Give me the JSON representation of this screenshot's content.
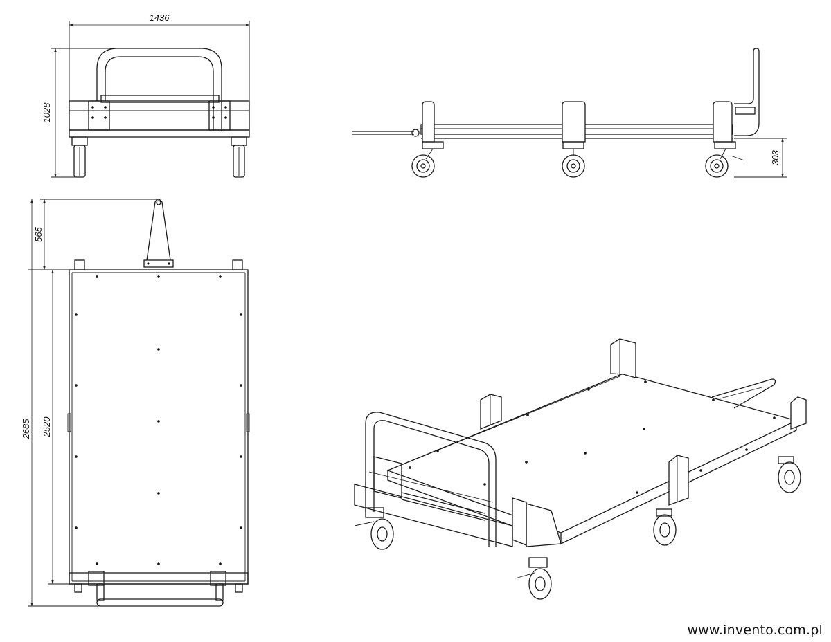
{
  "dimensions": {
    "overall_width": "1436",
    "overall_height": "1028",
    "deck_height": "303",
    "tow_bar_length": "565",
    "body_length": "2520",
    "overall_length": "2685"
  },
  "footer": {
    "website": "www.invento.com.pl"
  }
}
